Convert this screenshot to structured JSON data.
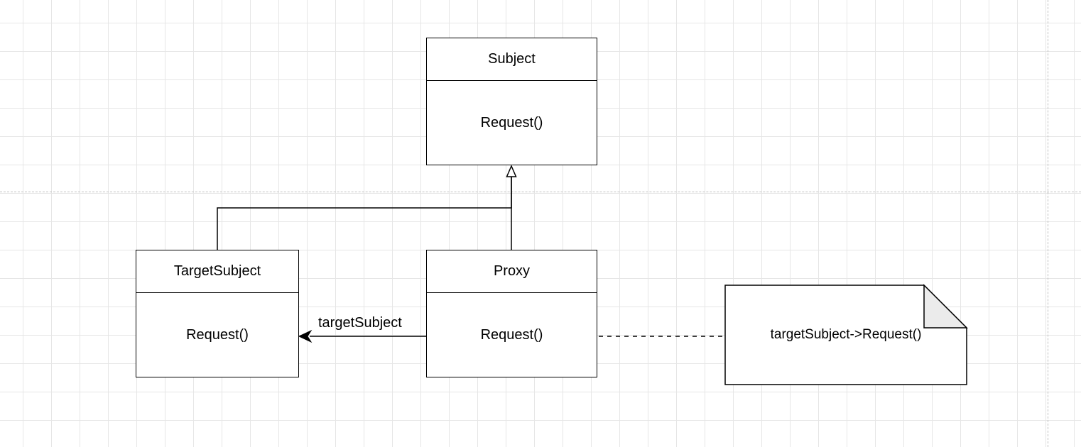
{
  "diagram": {
    "classes": [
      {
        "id": "subject",
        "name": "Subject",
        "operation": "Request()"
      },
      {
        "id": "target-subject",
        "name": "TargetSubject",
        "operation": "Request()"
      },
      {
        "id": "proxy",
        "name": "Proxy",
        "operation": "Request()"
      }
    ],
    "association_label": "targetSubject",
    "note_text": "targetSubject->Request()"
  },
  "colors": {
    "line": "#000000",
    "grid": "#e6e6e6",
    "note_fold": "#ebebeb"
  }
}
